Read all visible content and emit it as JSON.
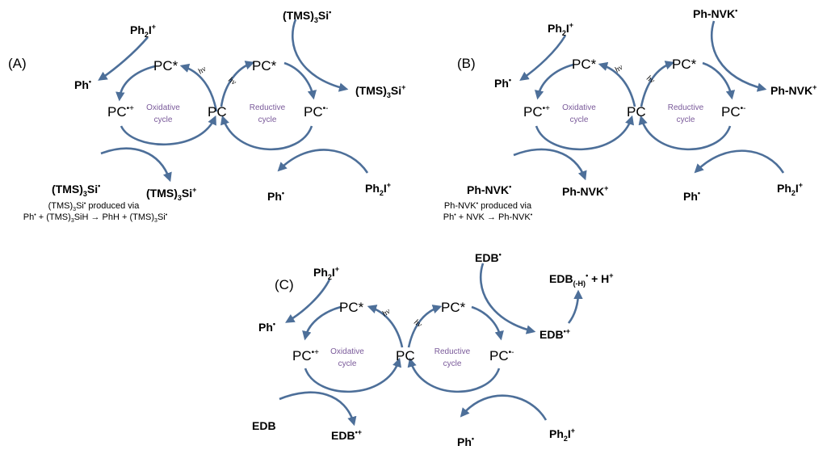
{
  "panel_a": {
    "label": "(A)",
    "pc": "PC",
    "pc_star": "PC*",
    "pc_ox": "PC",
    "pc_red": "PC",
    "hv": "hv",
    "oxidative": [
      "Oxidative",
      "cycle"
    ],
    "reductive": [
      "Reductive",
      "cycle"
    ],
    "iodonium": "Ph",
    "phenyl_radical": "Ph",
    "donor_radical_top": "(TMS)",
    "donor_cation_right": "(TMS)",
    "donor_radical_bottom": "(TMS)",
    "donor_cation_bottom": "(TMS)",
    "phenyl_radical_bottom": "Ph",
    "iodonium_bottom": "Ph",
    "note": [
      "(TMS)",
      "Si",
      " produced via",
      "Ph",
      " + (TMS)",
      "SiH ",
      "→",
      " PhH + (TMS)",
      "Si"
    ]
  },
  "panel_b": {
    "label": "(B)",
    "pc": "PC",
    "pc_star": "PC*",
    "pc_ox": "PC",
    "pc_red": "PC",
    "hv": "hv",
    "oxidative": [
      "Oxidative",
      "cycle"
    ],
    "reductive": [
      "Reductive",
      "cycle"
    ],
    "iodonium": "Ph",
    "phenyl_radical": "Ph",
    "donor_radical_top": "Ph-NVK",
    "donor_cation_right": "Ph-NVK",
    "donor_radical_bottom": "Ph-NVK",
    "donor_cation_bottom": "Ph-NVK",
    "phenyl_radical_bottom": "Ph",
    "iodonium_bottom": "Ph",
    "note": [
      "Ph-NVK",
      " produced via",
      "Ph",
      " + NVK ",
      "→",
      " Ph-NVK"
    ]
  },
  "panel_c": {
    "label": "(C)",
    "pc": "PC",
    "pc_star": "PC*",
    "pc_ox": "PC",
    "pc_red": "PC",
    "hv": "hv",
    "oxidative": [
      "Oxidative",
      "cycle"
    ],
    "reductive": [
      "Reductive",
      "cycle"
    ],
    "iodonium": "Ph",
    "phenyl_radical": "Ph",
    "donor_top": "EDB",
    "donor_cation_right": "EDB",
    "deprot_radical": "EDB",
    "deprot_sub": "(-H)",
    "proton": " + H",
    "donor_bottom": "EDB",
    "donor_cation_bottom": "EDB",
    "phenyl_radical_bottom": "Ph",
    "iodonium_bottom": "Ph"
  },
  "common": {
    "sub_2": "2",
    "sub_3": "3",
    "plus": "+",
    "dot_plus": "•+",
    "dot_minus": "•-",
    "dot": "•"
  }
}
